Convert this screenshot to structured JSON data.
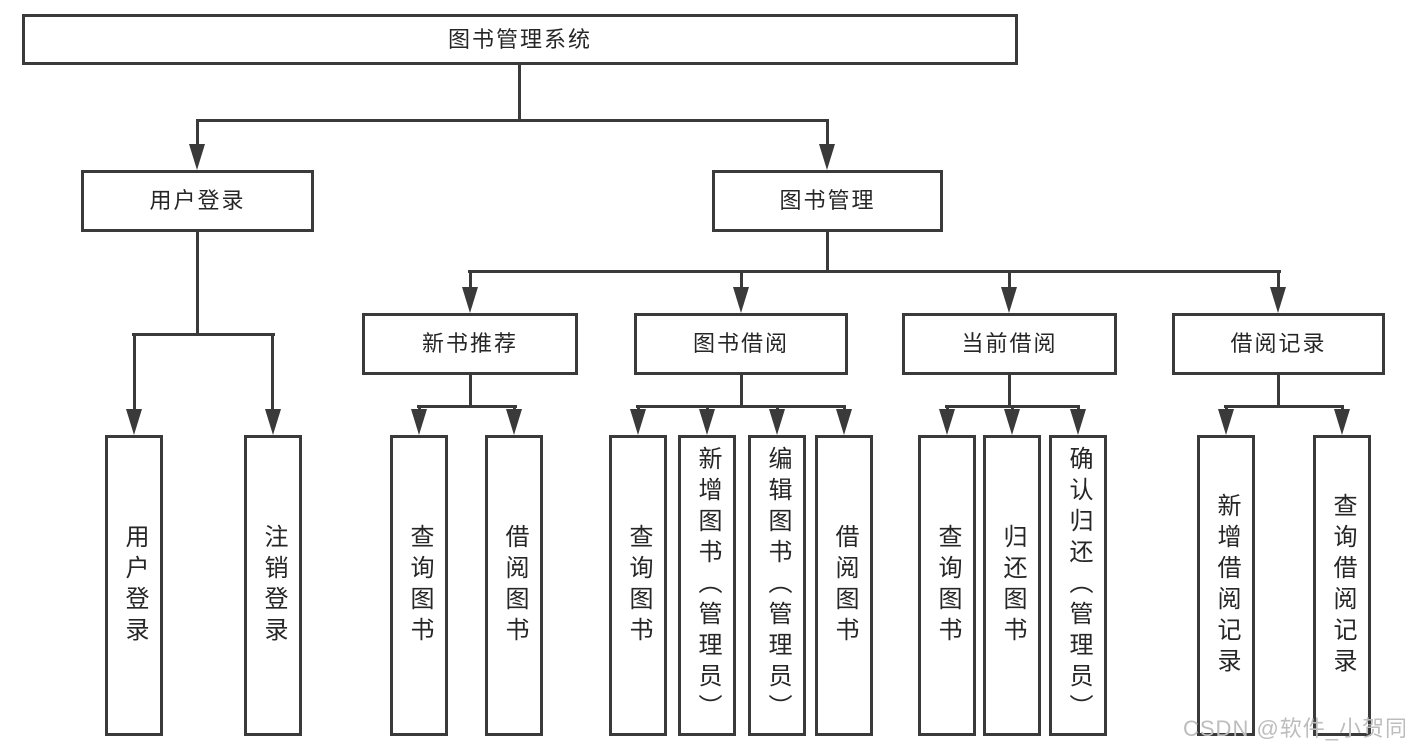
{
  "diagram": {
    "root": {
      "label": "图书管理系统"
    },
    "branches": [
      {
        "label": "用户登录",
        "children": [
          {
            "label": "用户登录"
          },
          {
            "label": "注销登录"
          }
        ]
      },
      {
        "label": "图书管理",
        "groups": [
          {
            "label": "新书推荐",
            "children": [
              {
                "label": "查询图书"
              },
              {
                "label": "借阅图书"
              }
            ]
          },
          {
            "label": "图书借阅",
            "children": [
              {
                "label": "查询图书"
              },
              {
                "label": "新增图书（管理员）"
              },
              {
                "label": "编辑图书（管理员）"
              },
              {
                "label": "借阅图书"
              }
            ]
          },
          {
            "label": "当前借阅",
            "children": [
              {
                "label": "查询图书"
              },
              {
                "label": "归还图书"
              },
              {
                "label": "确认归还（管理员）"
              }
            ]
          },
          {
            "label": "借阅记录",
            "children": [
              {
                "label": "新增借阅记录"
              },
              {
                "label": "查询借阅记录"
              }
            ]
          }
        ]
      }
    ]
  },
  "watermark": "CSDN @软件_小贺同学",
  "colors": {
    "line": "#3a3a3a",
    "text": "#262626",
    "watermark": "#bdbdbd",
    "background": "#ffffff"
  }
}
